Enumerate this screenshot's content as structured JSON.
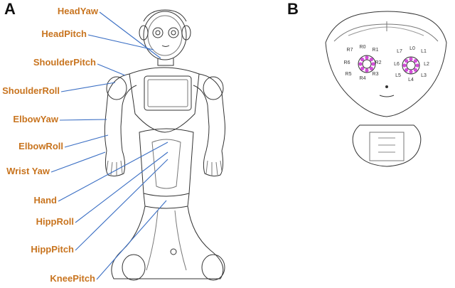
{
  "panels": {
    "a_label": "A",
    "b_label": "B"
  },
  "joints": [
    {
      "id": "head-yaw",
      "label": "HeadYaw"
    },
    {
      "id": "head-pitch",
      "label": "HeadPitch"
    },
    {
      "id": "shoulder-pitch",
      "label": "ShoulderPitch"
    },
    {
      "id": "shoulder-roll",
      "label": "ShoulderRoll"
    },
    {
      "id": "elbow-yaw",
      "label": "ElbowYaw"
    },
    {
      "id": "elbow-roll",
      "label": "ElbowRoll"
    },
    {
      "id": "wrist-yaw",
      "label": "Wrist Yaw"
    },
    {
      "id": "hand",
      "label": "Hand"
    },
    {
      "id": "hipp-roll",
      "label": "HippRoll"
    },
    {
      "id": "hipp-pitch",
      "label": "HippPitch"
    },
    {
      "id": "knee-pitch",
      "label": "KneePitch"
    }
  ],
  "leds": {
    "right_eye": [
      "R0",
      "R1",
      "R2",
      "R3",
      "R4",
      "R5",
      "R6",
      "R7"
    ],
    "left_eye": [
      "L0",
      "L1",
      "L2",
      "L3",
      "L4",
      "L5",
      "L6",
      "L7"
    ]
  },
  "colors": {
    "label": "#c8741f",
    "pointer_line": "#3b6fc4",
    "led": "#d24fd8",
    "sketch": "#333333"
  }
}
